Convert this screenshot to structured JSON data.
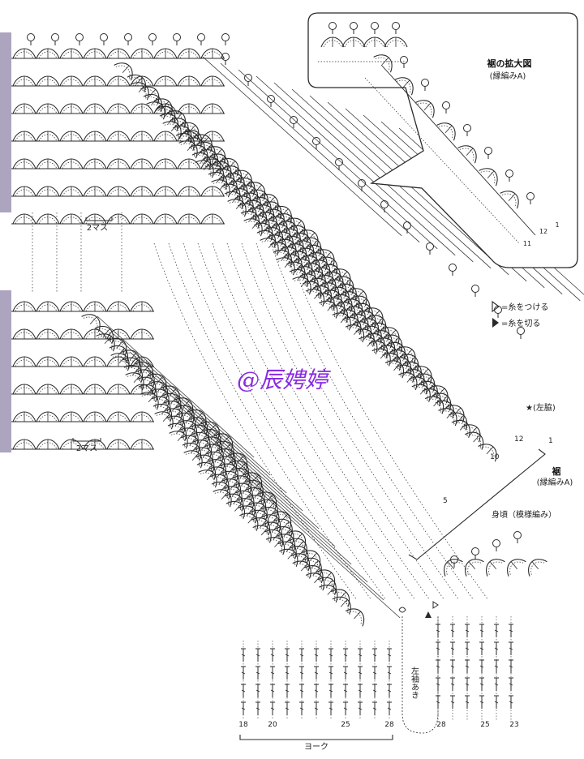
{
  "inset": {
    "title": "裾の拡大図",
    "subtitle": "(縁編みA)",
    "row_numbers": [
      "11",
      "12",
      "1"
    ]
  },
  "legend": {
    "attach": "=糸をつける",
    "cut": "=糸を切る"
  },
  "labels": {
    "two_mesh": "2マス",
    "left_side": "★(左脇)",
    "hem": "裾",
    "hem_sub": "(縁編みA)",
    "body": "身頃（模様編み）",
    "sleeve_opening": "左袖あき",
    "yoke": "ヨーク",
    "watermark": "@辰娉婷"
  },
  "row_numbers": {
    "body_rows": [
      "12",
      "10",
      "5",
      "1"
    ],
    "yoke_left": [
      "18",
      "20",
      "25",
      "28"
    ],
    "yoke_right": [
      "28",
      "25",
      "23"
    ]
  },
  "colors": {
    "line": "#2a2a2a",
    "edge_bar": "#6a5a8c",
    "watermark": "#8a2be2"
  }
}
